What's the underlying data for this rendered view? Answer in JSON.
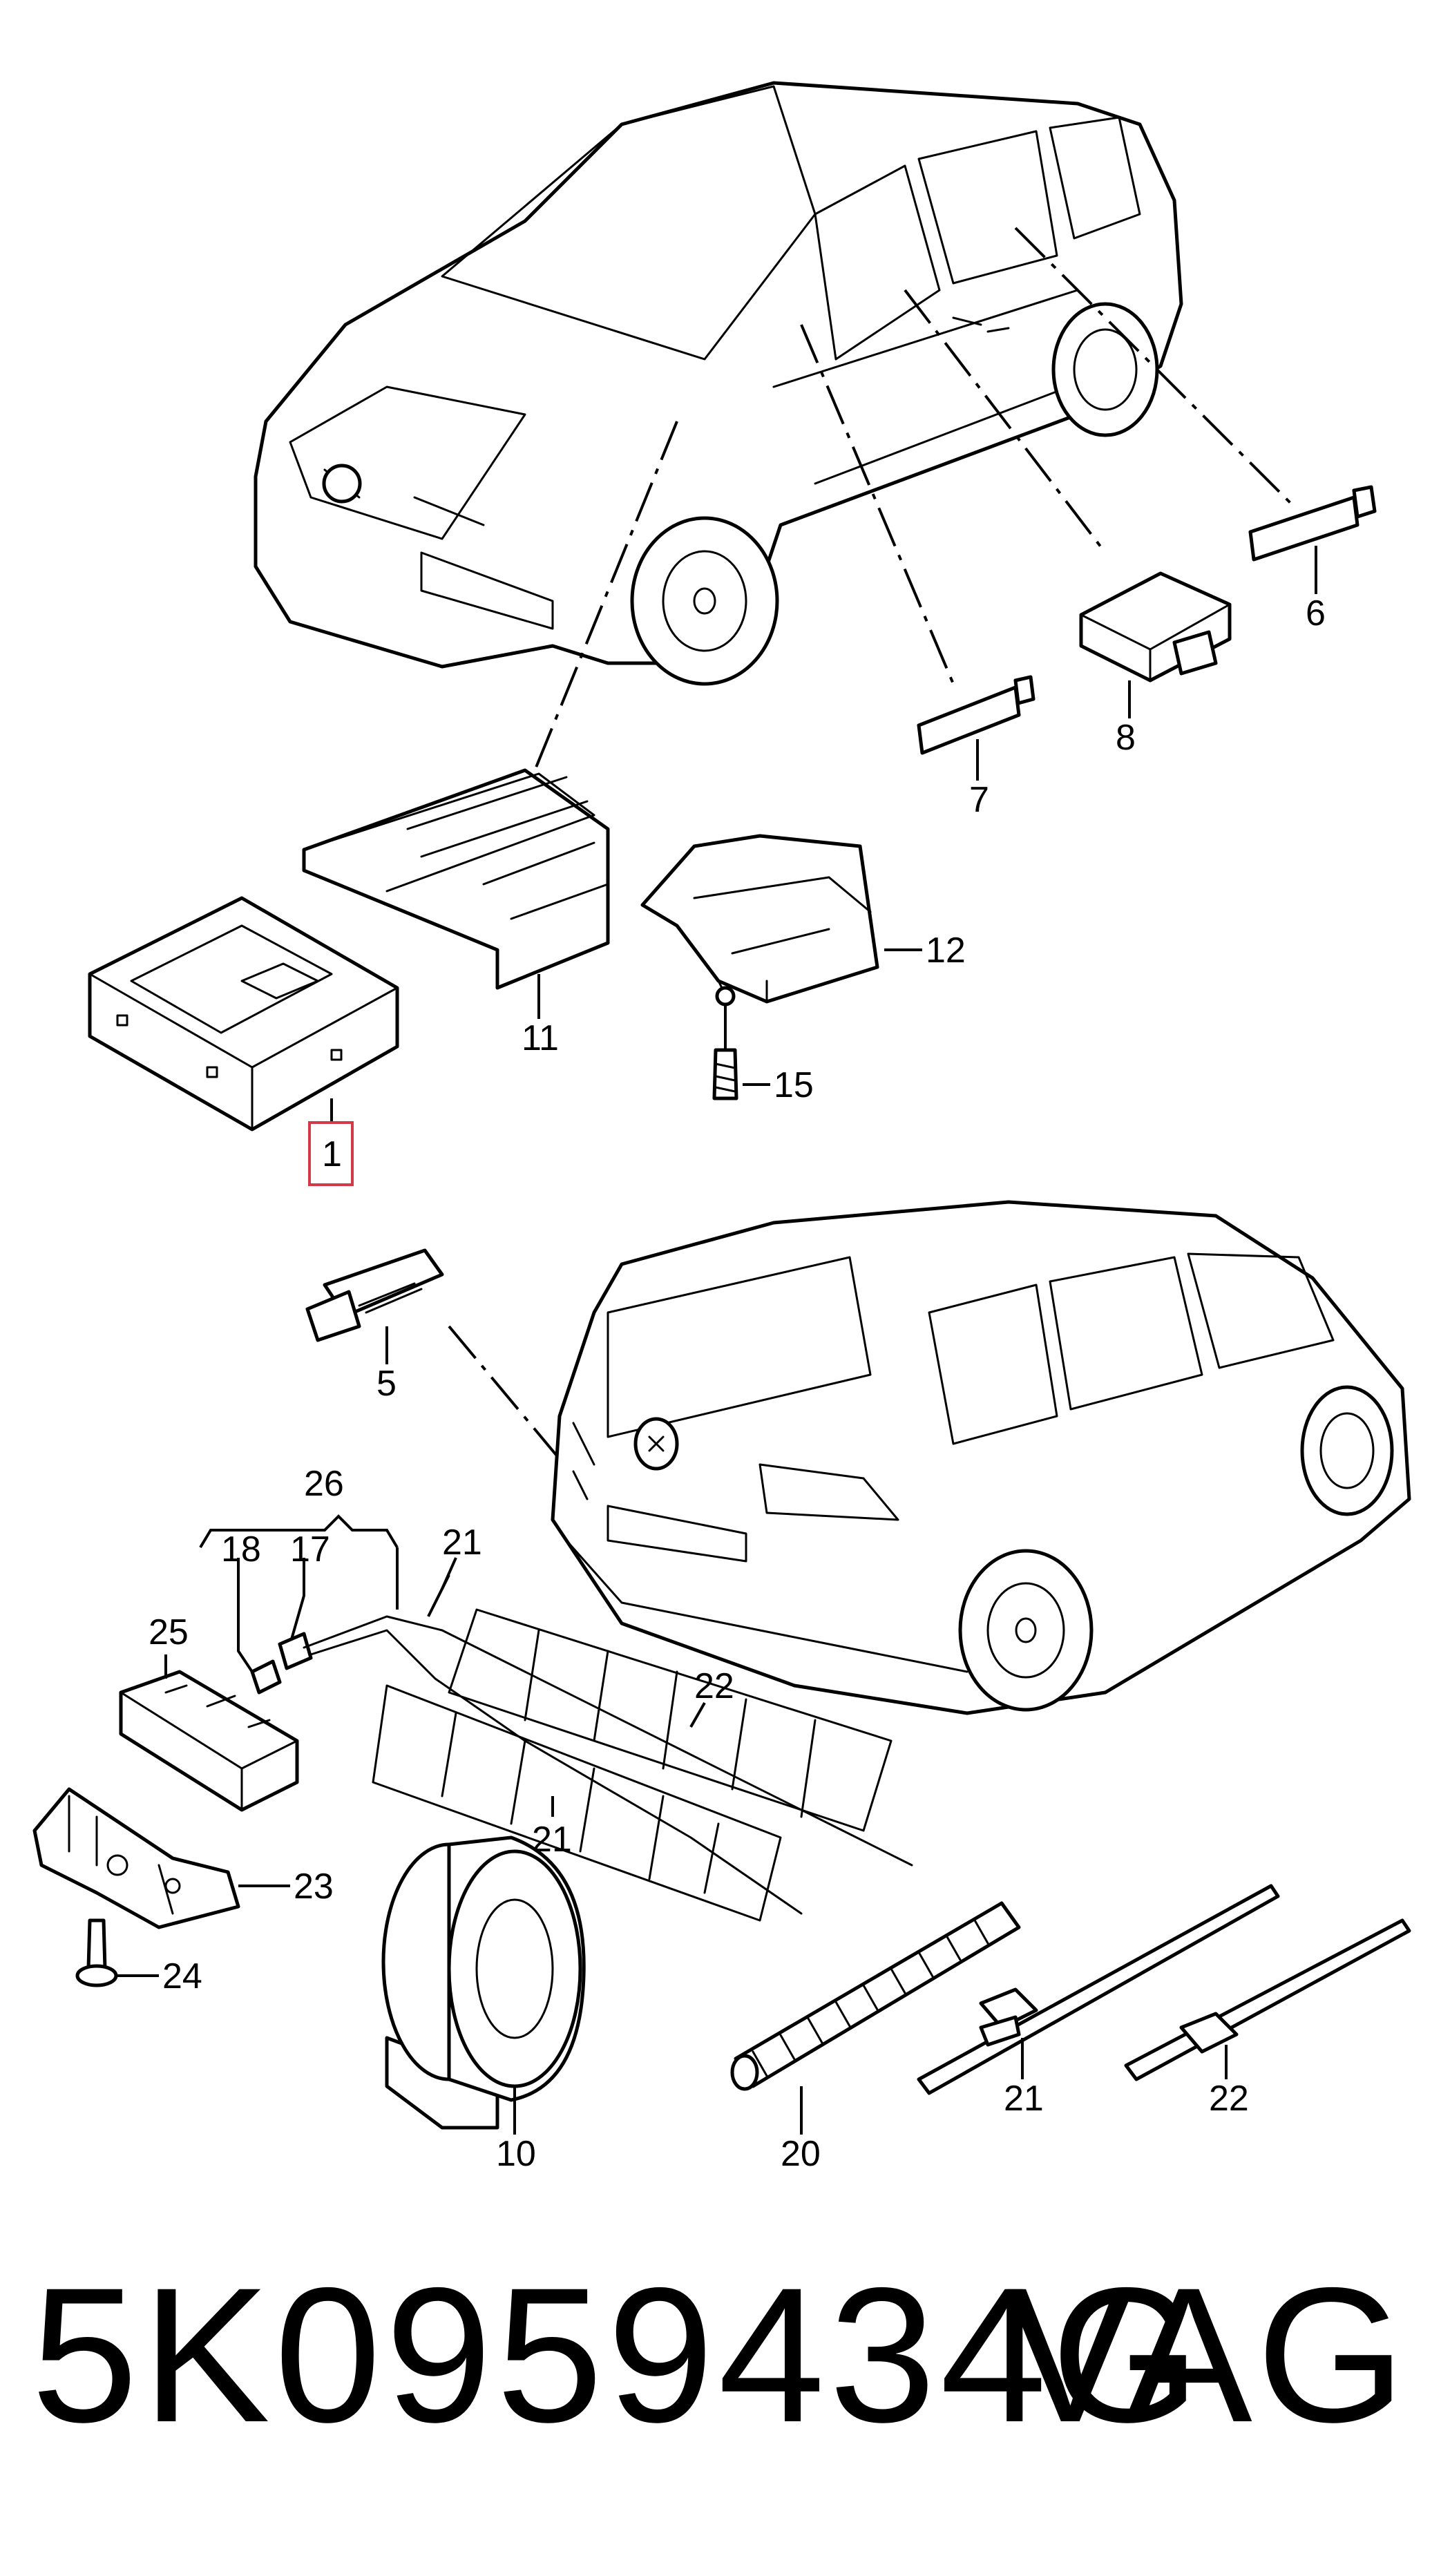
{
  "diagram": {
    "callouts": {
      "c1": "1",
      "c5": "5",
      "c6": "6",
      "c7": "7",
      "c8": "8",
      "c10": "10",
      "c11": "11",
      "c12": "12",
      "c15": "15",
      "c17": "17",
      "c18": "18",
      "c20": "20",
      "c21a": "21",
      "c21b": "21",
      "c21c": "21",
      "c22a": "22",
      "c22b": "22",
      "c23": "23",
      "c24": "24",
      "c25": "25",
      "c26": "26"
    },
    "highlighted_callout": "1",
    "highlight_color": "#d23a4a",
    "line_color": "#000000"
  },
  "footer": {
    "part_number": "5K0959434G",
    "brand": "VAG"
  }
}
